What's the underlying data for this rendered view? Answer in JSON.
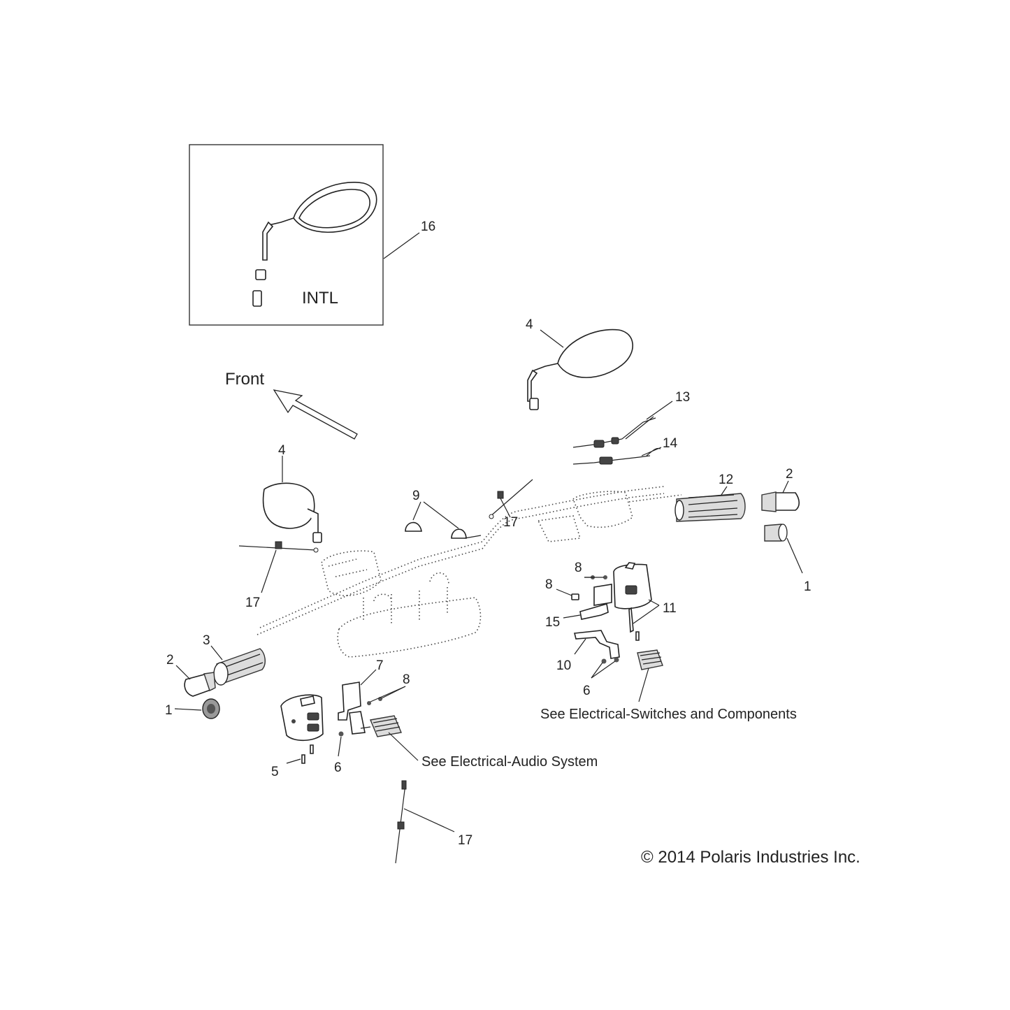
{
  "inset": {
    "label": "INTL",
    "callout": "16"
  },
  "front_arrow": {
    "label": "Front"
  },
  "callouts": {
    "c4_top": "4",
    "c13": "13",
    "c14": "14",
    "c4_left": "4",
    "c12": "12",
    "c2_right": "2",
    "c1_right": "1",
    "c9": "9",
    "c17_top": "17",
    "c17_left": "17",
    "c8_a": "8",
    "c8_b": "8",
    "c11": "11",
    "c15": "15",
    "c10": "10",
    "c6_right": "6",
    "c3": "3",
    "c2_left": "2",
    "c1_left": "1",
    "c7": "7",
    "c8_c": "8",
    "c5": "5",
    "c6_left": "6",
    "c17_bottom": "17"
  },
  "references": {
    "switches": "See Electrical-Switches and Components",
    "audio": "See Electrical-Audio System"
  },
  "copyright": "© 2014 Polaris Industries Inc."
}
